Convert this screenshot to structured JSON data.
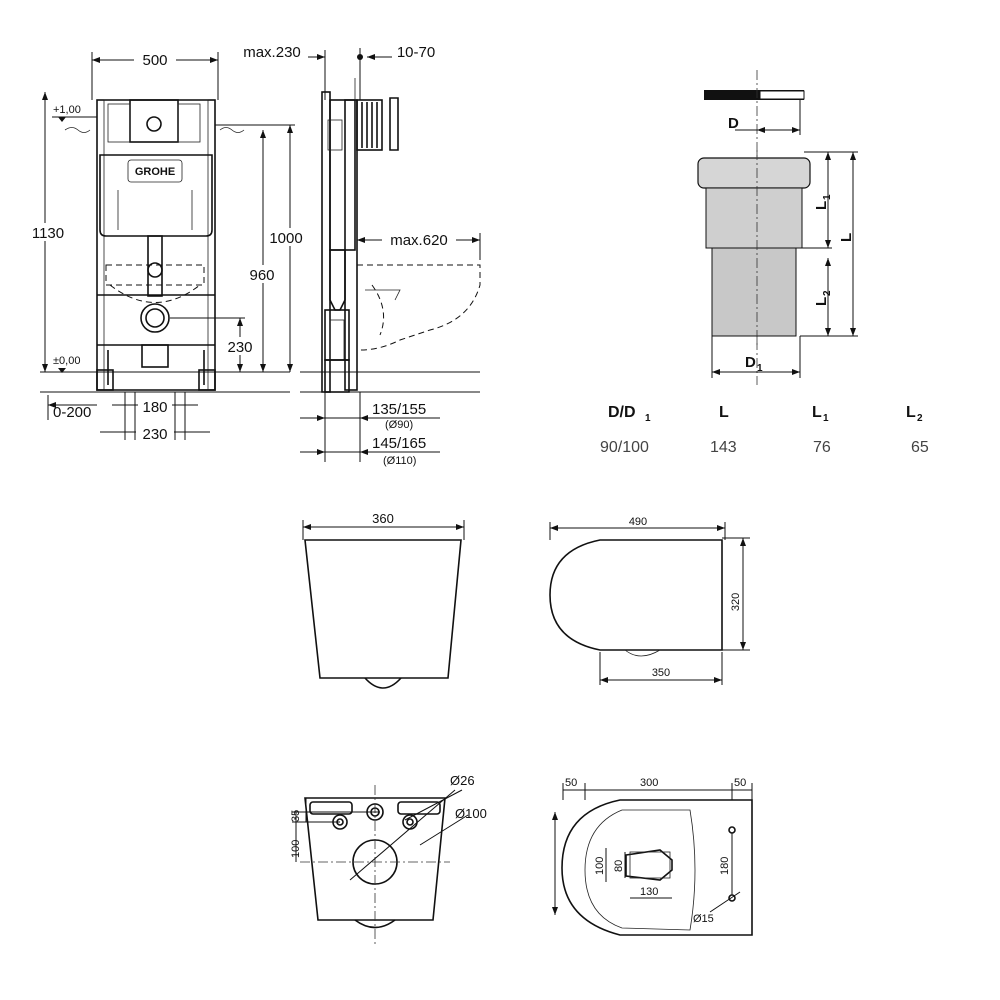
{
  "frame_front": {
    "dims": {
      "width": "500",
      "height_total": "1130",
      "h_1000": "1000",
      "h_960": "960",
      "h_230": "230",
      "level_top": "+1,00",
      "level_zero": "±0,00",
      "range_bottom": "0-200",
      "w_180": "180",
      "w_230": "230"
    },
    "brand": "GROHE"
  },
  "frame_side": {
    "dims": {
      "max_depth": "max.230",
      "adjust": "10-70",
      "max_projection": "max.620",
      "depth_90": "135/155",
      "dia_90": "(Ø90)",
      "depth_110": "145/165",
      "dia_110": "(Ø110)"
    }
  },
  "pipe": {
    "labels": {
      "d": "D",
      "d1": "D",
      "d1_sub": "1",
      "l": "L",
      "l1": "L",
      "l1_sub": "1",
      "l2": "L",
      "l2_sub": "2"
    },
    "table": {
      "headers": [
        {
          "main": "D/D",
          "sub": "1"
        },
        {
          "main": "L",
          "sub": ""
        },
        {
          "main": "L",
          "sub": "1"
        },
        {
          "main": "L",
          "sub": "2"
        }
      ],
      "row": [
        "90/100",
        "143",
        "76",
        "65"
      ]
    }
  },
  "bowl_front": {
    "width": "360"
  },
  "bowl_side": {
    "length": "490",
    "height": "320",
    "base": "350"
  },
  "bowl_rear": {
    "d26": "Ø26",
    "d100": "Ø100",
    "h35": "35",
    "h100": "100"
  },
  "bowl_top": {
    "w50_left": "50",
    "w300": "300",
    "w50_right": "50",
    "h180": "180",
    "h100": "100",
    "h80": "80",
    "w130": "130",
    "d15": "Ø15"
  }
}
